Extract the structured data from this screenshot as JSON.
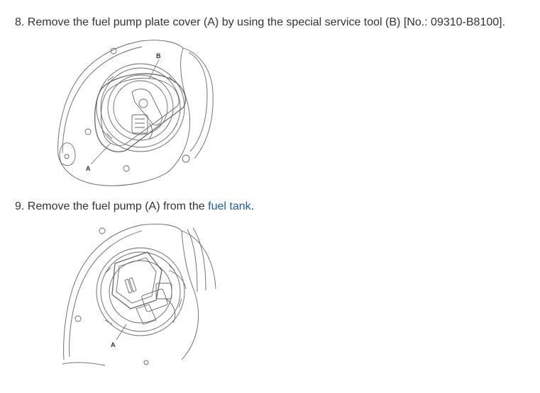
{
  "steps": [
    {
      "text": "8. Remove the fuel pump plate cover (A) by using the special service tool (B) [No.: 09310-B8100].",
      "figure_labels": {
        "a": "A",
        "b": "B"
      }
    },
    {
      "text_before": "9. Remove the fuel pump (A) from the ",
      "link_text": "fuel tank",
      "text_after": ".",
      "figure_labels": {
        "a": "A"
      }
    }
  ],
  "colors": {
    "text": "#333333",
    "link": "#1f5fa0",
    "line_art": "#555555"
  }
}
